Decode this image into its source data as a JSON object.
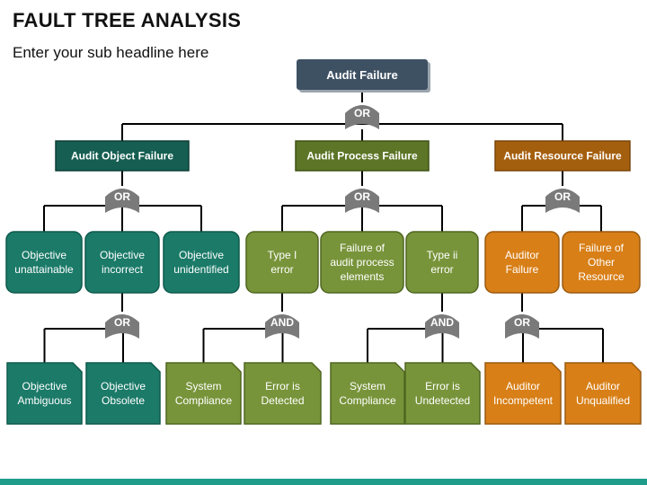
{
  "header": {
    "title": "FAULT TREE ANALYSIS",
    "subtitle": "Enter your sub headline here"
  },
  "colors": {
    "top": "#3e5163",
    "teal": "#1b7a68",
    "teal_dark": "#155e51",
    "green": "#78943a",
    "green_dark": "#5c7526",
    "orange": "#d87f17",
    "orange_dark": "#a45f0e",
    "gate": "#7a7a7a",
    "line": "#000000",
    "bar": "#1f9d8a"
  },
  "tree": {
    "root": "Audit Failure",
    "root_gate": "OR",
    "branches": [
      {
        "label": "Audit Object Failure",
        "gate": "OR",
        "children": [
          {
            "label": [
              "Objective",
              "unattainable"
            ]
          },
          {
            "label": [
              "Objective",
              "incorrect"
            ],
            "gate": "OR",
            "children": [
              {
                "label": [
                  "Objective",
                  "Ambiguous"
                ]
              },
              {
                "label": [
                  "Objective",
                  "Obsolete"
                ]
              }
            ]
          },
          {
            "label": [
              "Objective",
              "unidentified"
            ]
          }
        ]
      },
      {
        "label": "Audit Process Failure",
        "gate": "OR",
        "children": [
          {
            "label": [
              "Type I",
              "error"
            ],
            "gate": "AND",
            "children": [
              {
                "label": [
                  "System",
                  "Compliance"
                ]
              },
              {
                "label": [
                  "Error is",
                  "Detected"
                ]
              }
            ]
          },
          {
            "label": [
              "Failure of",
              "audit process",
              "elements"
            ]
          },
          {
            "label": [
              "Type ii",
              "error"
            ],
            "gate": "AND",
            "children": [
              {
                "label": [
                  "System",
                  "Compliance"
                ]
              },
              {
                "label": [
                  "Error is",
                  "Undetected"
                ]
              }
            ]
          }
        ]
      },
      {
        "label": "Audit Resource Failure",
        "gate": "OR",
        "children": [
          {
            "label": [
              "Auditor",
              "Failure"
            ],
            "gate": "OR",
            "children": [
              {
                "label": [
                  "Auditor",
                  "Incompetent"
                ]
              },
              {
                "label": [
                  "Auditor",
                  "Unqualified"
                ]
              }
            ]
          },
          {
            "label": [
              "Failure of",
              "Other",
              "Resource"
            ]
          }
        ]
      }
    ]
  }
}
